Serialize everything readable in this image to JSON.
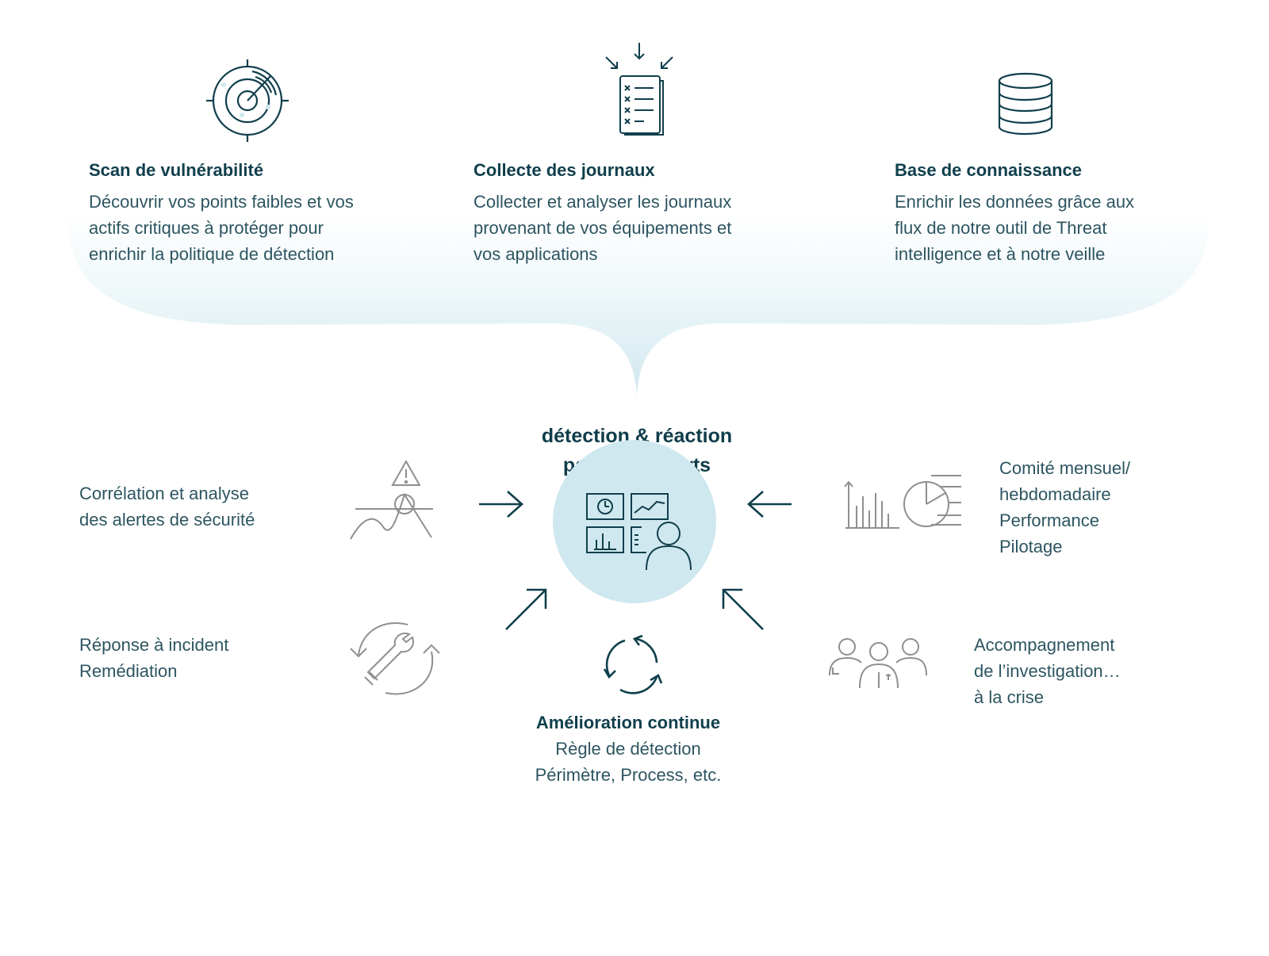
{
  "top": [
    {
      "title": "Scan de vulnérabilité",
      "lines": [
        "Découvrir vos points faibles et vos",
        "actifs critiques à protéger pour",
        "enrichir la politique de détection"
      ],
      "icon": "radar-icon"
    },
    {
      "title": "Collecte des journaux",
      "lines": [
        "Collecter et analyser les journaux",
        "provenant de vos équipements et",
        "vos applications"
      ],
      "icon": "log-document-icon"
    },
    {
      "title": "Base de connaissance",
      "lines": [
        "Enrichir les données grâce aux",
        "flux de notre outil de Threat",
        "intelligence et à notre veille"
      ],
      "icon": "database-icon"
    }
  ],
  "center": {
    "title_lines": [
      "détection & réaction",
      "par nos experts"
    ],
    "icon": "dashboard-expert-icon"
  },
  "left": [
    {
      "lines": [
        "Corrélation et analyse",
        "des alertes de sécurité"
      ],
      "icon": "alert-analysis-icon"
    },
    {
      "lines": [
        "Réponse à incident",
        "Remédiation"
      ],
      "icon": "wrench-cycle-icon"
    }
  ],
  "right": [
    {
      "lines": [
        "Comité mensuel/",
        "hebdomadaire",
        "Performance",
        "Pilotage"
      ],
      "icon": "charts-icon"
    },
    {
      "lines": [
        "Accompagnement",
        "de l’investigation…",
        "à la crise"
      ],
      "icon": "team-icon"
    }
  ],
  "bottom": {
    "title": "Amélioration continue",
    "lines": [
      "Règle de détection",
      "Périmètre, Process, etc."
    ],
    "icon": "cycle-icon"
  },
  "colors": {
    "dark": "#103f4c",
    "text": "#2d5561",
    "band": "#cfe9ef",
    "circle": "#cfe8ef",
    "gray_icon": "#9a9a9a"
  }
}
